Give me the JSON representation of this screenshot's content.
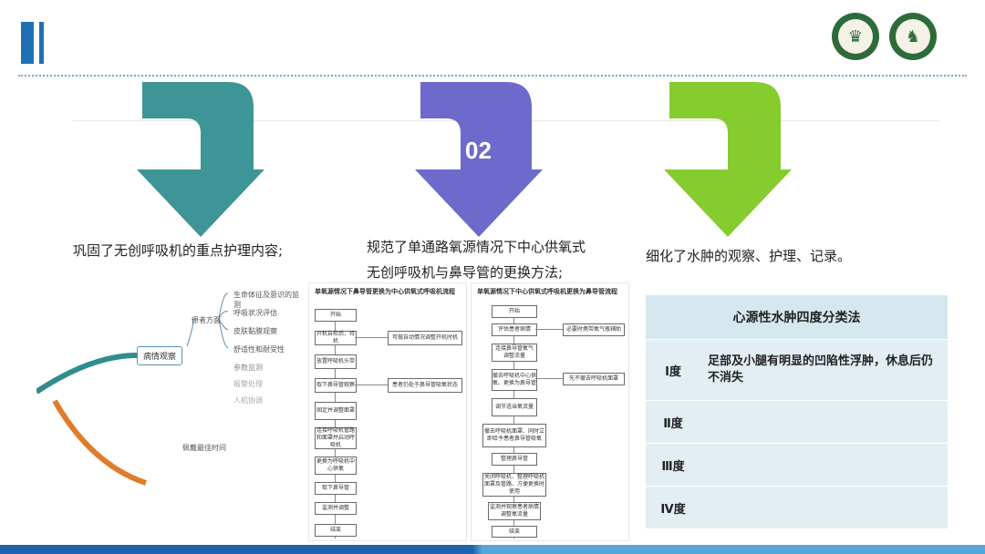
{
  "logos": [
    {
      "name": "hospital-logo-crown-icon",
      "glyph": "♛"
    },
    {
      "name": "hospital-logo-deer-icon",
      "glyph": "♞"
    }
  ],
  "arrows": [
    {
      "color": "#3d9597",
      "number": ""
    },
    {
      "color": "#6d6acb",
      "number": "02"
    },
    {
      "color": "#86cc2f",
      "number": ""
    }
  ],
  "captions": {
    "left": "巩固了无创呼吸机的重点护理内容;",
    "middle_line1": "规范了单通路氧源情况下中心供氧式",
    "middle_line2": "无创呼吸机与鼻导管的更换方法;",
    "right": "细化了水肿的观察、护理、记录。"
  },
  "mindmap": {
    "center": "病情观察",
    "branch": "患者方面",
    "leaves": [
      "生命体征及意识的监测",
      "呼吸状况评估",
      "皮肤黏膜观察",
      "舒适性和耐受性"
    ],
    "extra": [
      "参数监测",
      "报警处理",
      "人机协调",
      "佩戴最佳时间"
    ]
  },
  "flowchart_left": {
    "title": "单氧源情况下鼻导管更换为中心供氧式呼吸机流程",
    "steps": [
      "开始",
      "开机自检后、待机",
      "放置呼吸机头带",
      "取下鼻导管观察",
      "固定并调整面罩",
      "连接呼吸机管路和面罩并启动呼吸机",
      "更换为呼吸机中心供氧",
      "取下鼻导管",
      "监测并调整",
      "结束"
    ],
    "side": [
      "可做自动情况调整开机时机",
      "患者仍处于鼻导管吸氧状态"
    ]
  },
  "flowchart_right": {
    "title": "单氧源情况下中心供氧式呼吸机更换为鼻导管流程",
    "steps": [
      "开始",
      "评估患者病情",
      "连接鼻导管氧气 调整流量",
      "撤去呼吸机中心供氧、更换为鼻导管",
      "调节适当氧流量",
      "撤去呼吸机面罩、同时立即给予患者鼻导管吸氧",
      "整理鼻导管",
      "关闭呼吸机、整理呼吸机面罩及管路、方便更换时使用",
      "监测并观察患者病情 调整氧流量",
      "结束"
    ],
    "side": [
      "必要时携带氧气瓶辅助",
      "先不撤去呼吸机面罩"
    ]
  },
  "table": {
    "title": "心源性水肿四度分类法",
    "rows": [
      {
        "grade": "Ⅰ度",
        "desc": "足部及小腿有明显的凹陷性浮肿，休息后仍不消失"
      },
      {
        "grade": "Ⅱ度",
        "desc": ""
      },
      {
        "grade": "Ⅲ度",
        "desc": ""
      },
      {
        "grade": "Ⅳ度",
        "desc": ""
      }
    ]
  },
  "colors": {
    "primary": "#1f6fb5",
    "table_header": "#d6e8ef",
    "table_row": "#e3eef3"
  }
}
